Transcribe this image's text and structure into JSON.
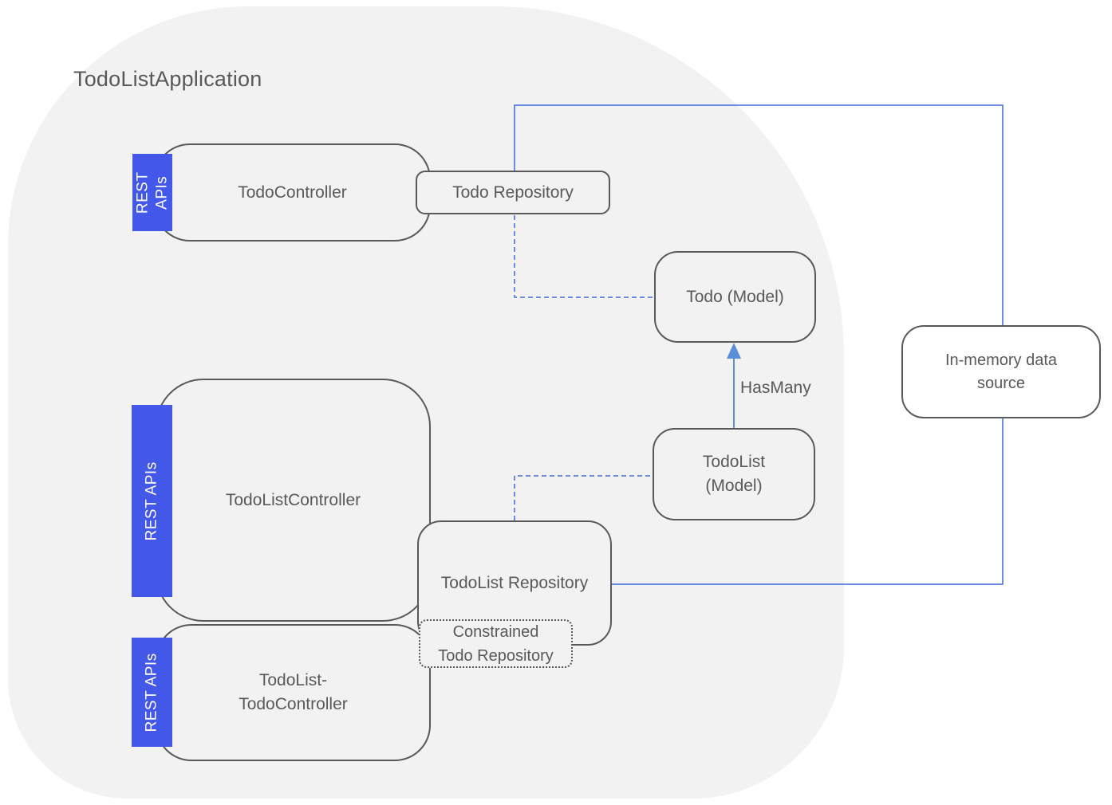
{
  "diagram": {
    "title": "TodoListApplication"
  },
  "badges": {
    "rest_apis_line1": "REST",
    "rest_apis_line2": "APIs",
    "rest_apis": "REST APIs"
  },
  "nodes": {
    "todo_controller": "TodoController",
    "todo_repository": "Todo Repository",
    "todo_model": "Todo (Model)",
    "in_memory_datasource_line1": "In-memory data",
    "in_memory_datasource_line2": "source",
    "todo_list_controller": "TodoListController",
    "todo_list_model_line1": "TodoList",
    "todo_list_model_line2": "(Model)",
    "todo_list_repository": "TodoList Repository",
    "constrained_todo_repository_line1": "Constrained",
    "constrained_todo_repository_line2": "Todo Repository",
    "todo_list_todo_controller_line1": "TodoList-",
    "todo_list_todo_controller_line2": "TodoController"
  },
  "edges": {
    "has_many_label": "HasMany"
  },
  "colors": {
    "container_fill": "#f1f2f1",
    "box_border_gray": "#595959",
    "text_gray": "#595959",
    "badge_blue": "#4357e8",
    "connector_blue": "#4169e1",
    "has_many_arrow_blue": "#5b8fd8",
    "in_memory_fill": "#ffffff"
  }
}
